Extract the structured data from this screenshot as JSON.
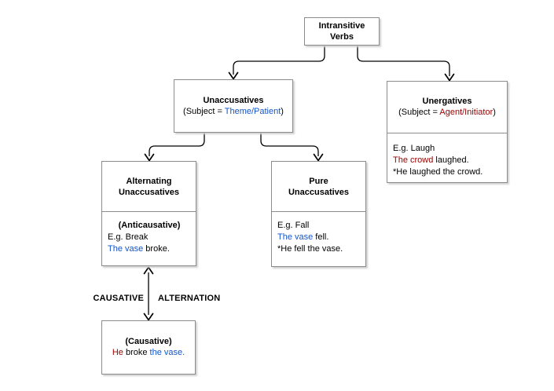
{
  "colors": {
    "theme_patient_blue": "#1155cc",
    "agent_initiator_red": "#990000",
    "box_border_gray": "#8c8c8c",
    "arrow_black": "#000000"
  },
  "nodes": {
    "intransitive": {
      "title_line1": "Intransitive",
      "title_line2": "Verbs"
    },
    "unaccusatives": {
      "title": "Unaccusatives",
      "subject_prefix": "(Subject = ",
      "subject_value": "Theme/Patient",
      "subject_suffix": ")"
    },
    "unergatives": {
      "title": "Unergatives",
      "subject_prefix": "(Subject = ",
      "subject_value": "Agent/Initiator",
      "subject_suffix": ")",
      "example": "E.g. Laugh",
      "sentence_colored": "The crowd",
      "sentence_rest": " laughed.",
      "ungrammatical": "*He laughed the crowd."
    },
    "alternating": {
      "title_line1": "Alternating",
      "title_line2": "Unaccusatives",
      "subtitle": "(Anticausative)",
      "example": "E.g. Break",
      "sentence_colored": "The vase",
      "sentence_rest": " broke."
    },
    "pure": {
      "title_line1": "Pure",
      "title_line2": "Unaccusatives",
      "example": "E.g. Fall",
      "sentence_colored": "The vase",
      "sentence_rest": " fell.",
      "ungrammatical": "*He fell the vase."
    },
    "causative": {
      "subtitle": "(Causative)",
      "sentence_red": "He",
      "sentence_mid": " broke ",
      "sentence_blue": "the vase."
    }
  },
  "alternation_label": {
    "left": "CAUSATIVE",
    "right": "ALTERNATION"
  }
}
